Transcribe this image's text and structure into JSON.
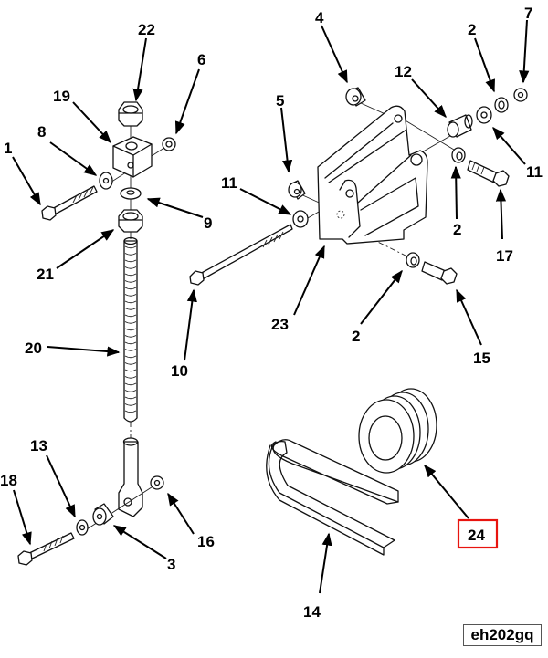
{
  "figure": {
    "id_label": "eh202gq",
    "highlight_color": "#e8140f",
    "highlighted_callout": "24"
  },
  "callouts": [
    {
      "key": "c22",
      "label": "22",
      "part": "hex nut (top)"
    },
    {
      "key": "c6",
      "label": "6",
      "part": "lock nut"
    },
    {
      "key": "c19",
      "label": "19",
      "part": "block"
    },
    {
      "key": "c8",
      "label": "8",
      "part": "washer"
    },
    {
      "key": "c1",
      "label": "1",
      "part": "bolt"
    },
    {
      "key": "c9",
      "label": "9",
      "part": "washer"
    },
    {
      "key": "c21",
      "label": "21",
      "part": "hex nut"
    },
    {
      "key": "c20",
      "label": "20",
      "part": "threaded rod"
    },
    {
      "key": "c13",
      "label": "13",
      "part": "washer"
    },
    {
      "key": "c18",
      "label": "18",
      "part": "bolt"
    },
    {
      "key": "c3",
      "label": "3",
      "part": "spacer"
    },
    {
      "key": "c16",
      "label": "16",
      "part": "nut"
    },
    {
      "key": "c4",
      "label": "4",
      "part": "spacer"
    },
    {
      "key": "c5",
      "label": "5",
      "part": "spacer"
    },
    {
      "key": "c11a",
      "label": "11",
      "part": "washer"
    },
    {
      "key": "c10",
      "label": "10",
      "part": "bolt"
    },
    {
      "key": "c23",
      "label": "23",
      "part": "bracket"
    },
    {
      "key": "c12",
      "label": "12",
      "part": "bushing"
    },
    {
      "key": "c2a",
      "label": "2",
      "part": "lock washer"
    },
    {
      "key": "c7",
      "label": "7",
      "part": "lock nut"
    },
    {
      "key": "c11b",
      "label": "11",
      "part": "washer"
    },
    {
      "key": "c2b",
      "label": "2",
      "part": "lock washer"
    },
    {
      "key": "c17",
      "label": "17",
      "part": "bolt"
    },
    {
      "key": "c2c",
      "label": "2",
      "part": "lock washer"
    },
    {
      "key": "c15",
      "label": "15",
      "part": "bolt"
    },
    {
      "key": "c14",
      "label": "14",
      "part": "belt"
    },
    {
      "key": "c24",
      "label": "24",
      "part": "pulley"
    }
  ]
}
